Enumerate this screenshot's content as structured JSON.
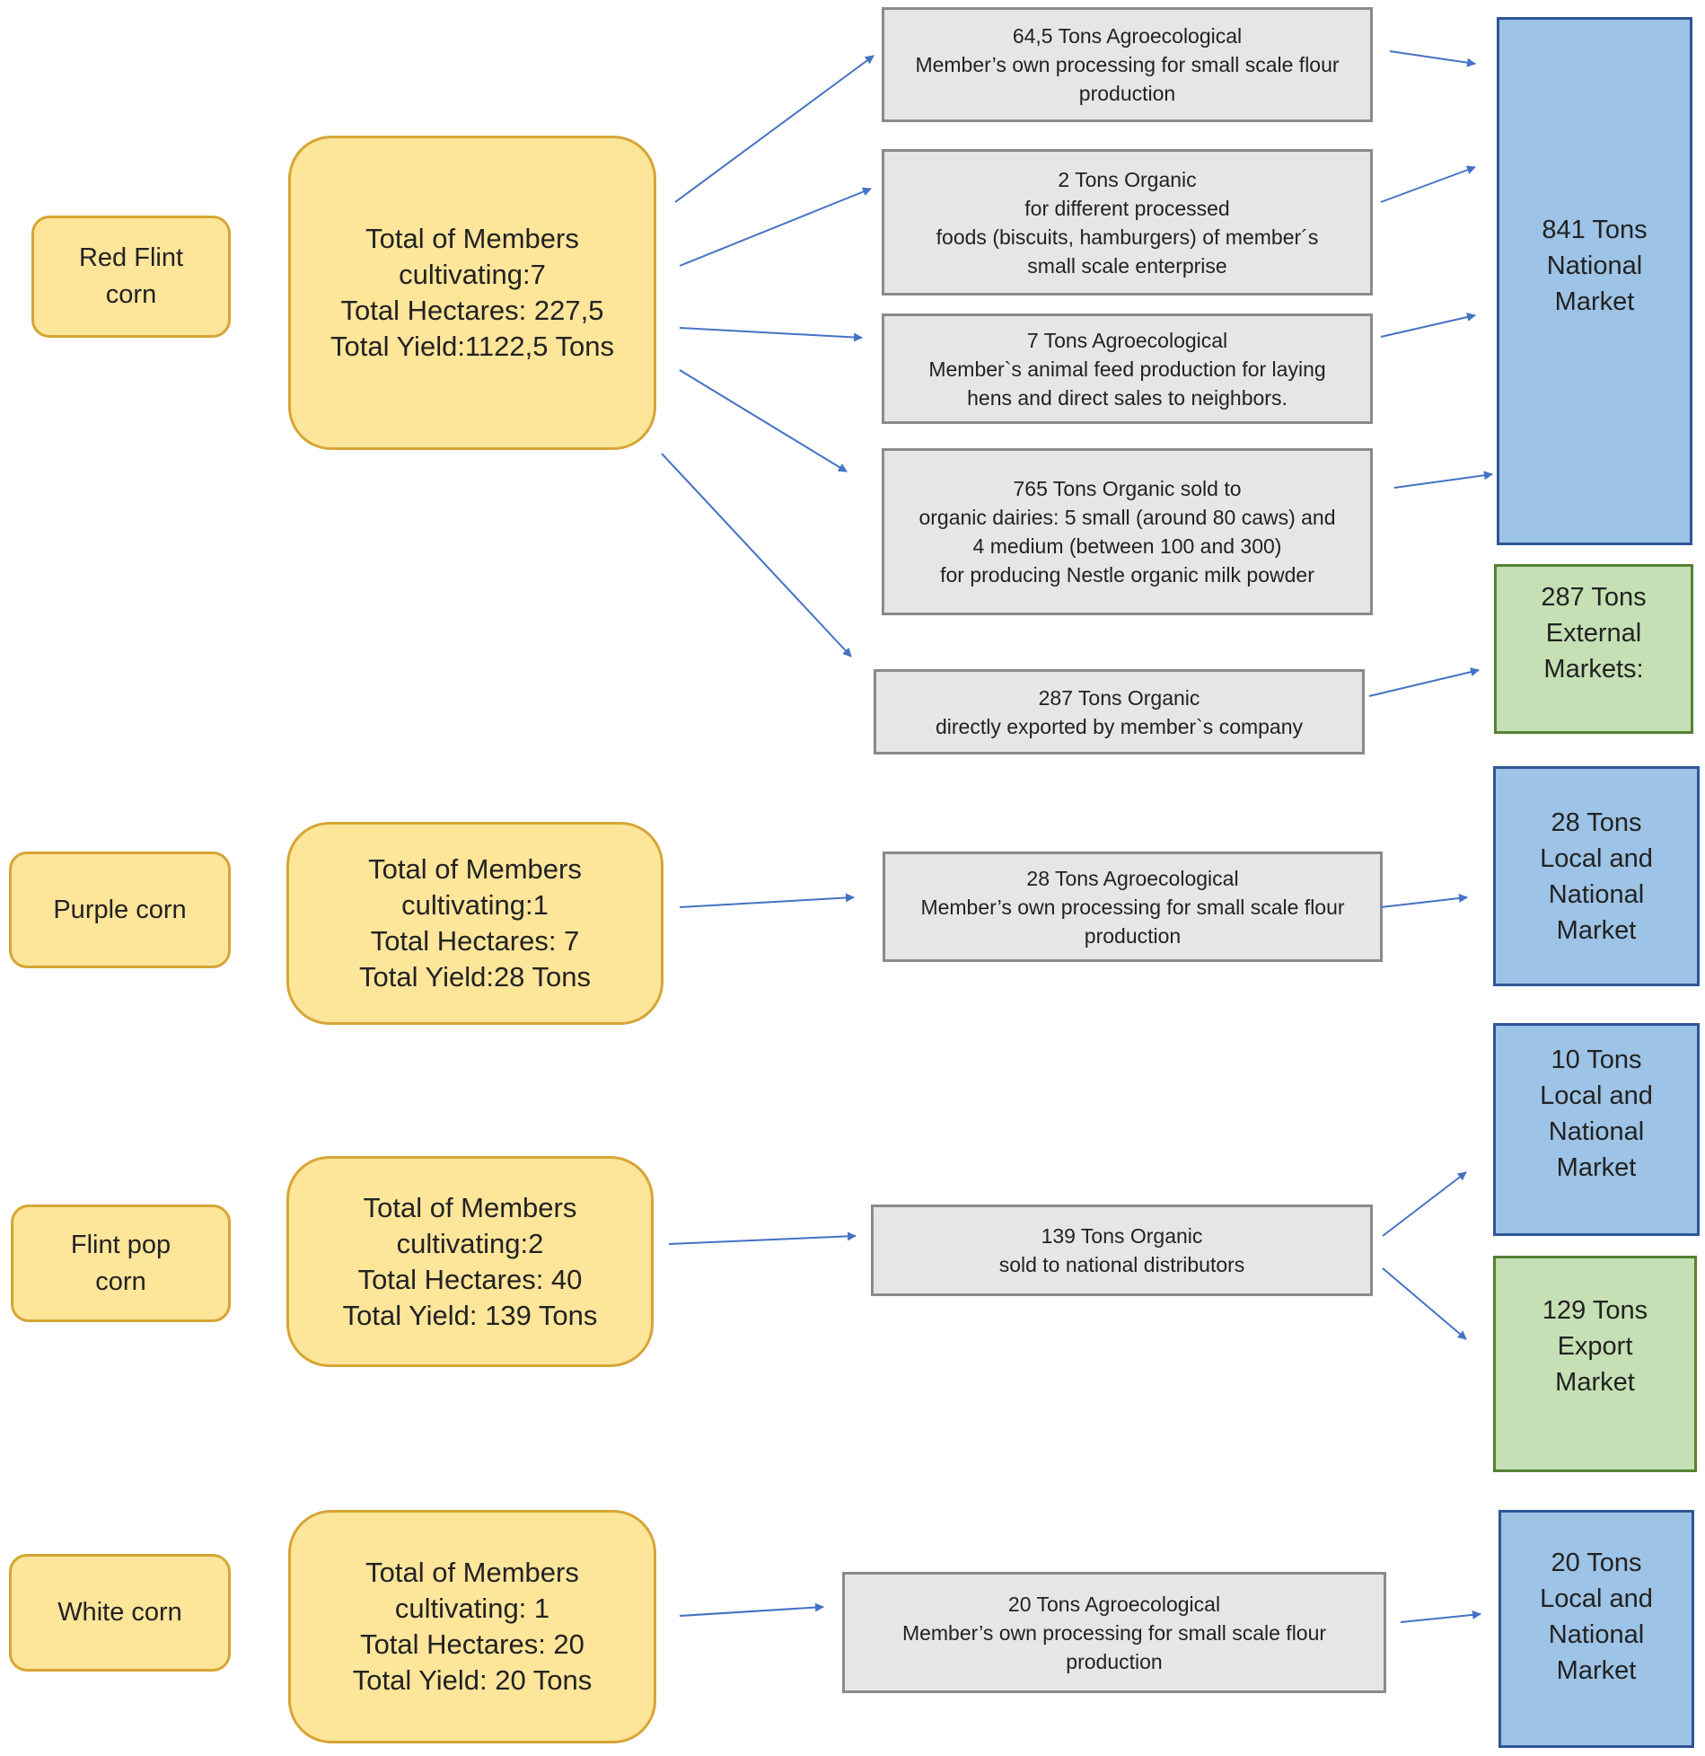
{
  "crops": [
    {
      "lines": [
        "Red Flint",
        "corn"
      ]
    },
    {
      "lines": [
        "Purple corn"
      ]
    },
    {
      "lines": [
        "Flint pop",
        "corn"
      ]
    },
    {
      "lines": [
        "White corn"
      ]
    }
  ],
  "summaries": [
    {
      "lines": [
        "Total of Members",
        "cultivating:7",
        "Total Hectares: 227,5",
        "Total Yield:1122,5 Tons"
      ]
    },
    {
      "lines": [
        "Total of Members",
        "cultivating:1",
        "Total Hectares: 7",
        "Total Yield:28 Tons"
      ]
    },
    {
      "lines": [
        "Total of Members",
        "cultivating:2",
        "Total Hectares: 40",
        "Total Yield: 139 Tons"
      ]
    },
    {
      "lines": [
        "Total of Members",
        "cultivating: 1",
        "Total Hectares: 20",
        "Total Yield: 20 Tons"
      ]
    }
  ],
  "processes": [
    {
      "lines": [
        "64,5 Tons  Agroecological",
        "Member’s own processing for small scale flour",
        "production"
      ]
    },
    {
      "lines": [
        "2 Tons Organic",
        "for different processed",
        "foods (biscuits, hamburgers) of member´s",
        "small scale enterprise"
      ]
    },
    {
      "lines": [
        "7 Tons  Agroecological",
        "Member`s animal feed production for laying",
        "hens and direct sales to neighbors."
      ]
    },
    {
      "lines": [
        "765 Tons Organic sold to",
        "organic dairies:  5 small (around 80 caws) and",
        "4  medium (between 100 and 300)",
        "for producing Nestle  organic milk powder"
      ]
    },
    {
      "lines": [
        "287 Tons Organic",
        "directly  exported by member`s company"
      ]
    },
    {
      "lines": [
        "28 Tons Agroecological",
        "Member’s own processing for small scale flour",
        "production"
      ]
    },
    {
      "lines": [
        "139 Tons Organic",
        "sold to national distributors"
      ]
    },
    {
      "lines": [
        "20  Tons Agroecological",
        "Member’s own processing for small scale flour",
        "production"
      ]
    }
  ],
  "markets": [
    {
      "lines": [
        "841 Tons",
        "National",
        "Market"
      ],
      "color": "blue"
    },
    {
      "lines": [
        "287 Tons",
        "External",
        "Markets:"
      ],
      "color": "green"
    },
    {
      "lines": [
        "28 Tons",
        "Local and",
        "National",
        "Market"
      ],
      "color": "blue"
    },
    {
      "lines": [
        "10 Tons",
        "Local and",
        "National",
        "Market"
      ],
      "color": "blue"
    },
    {
      "lines": [
        "129 Tons",
        "Export",
        "Market"
      ],
      "color": "green"
    },
    {
      "lines": [
        "20 Tons",
        "Local and",
        "National",
        "Market"
      ],
      "color": "blue"
    }
  ],
  "colors": {
    "crop_fill": "#fde59a",
    "crop_border": "#d6a535",
    "process_fill": "#e6e6e6",
    "process_border": "#8a8a8a",
    "national_market_fill": "#9dc3e6",
    "national_market_border": "#2f5597",
    "export_market_fill": "#c5e0b4",
    "export_market_border": "#548235",
    "arrow": "#4472c4"
  }
}
